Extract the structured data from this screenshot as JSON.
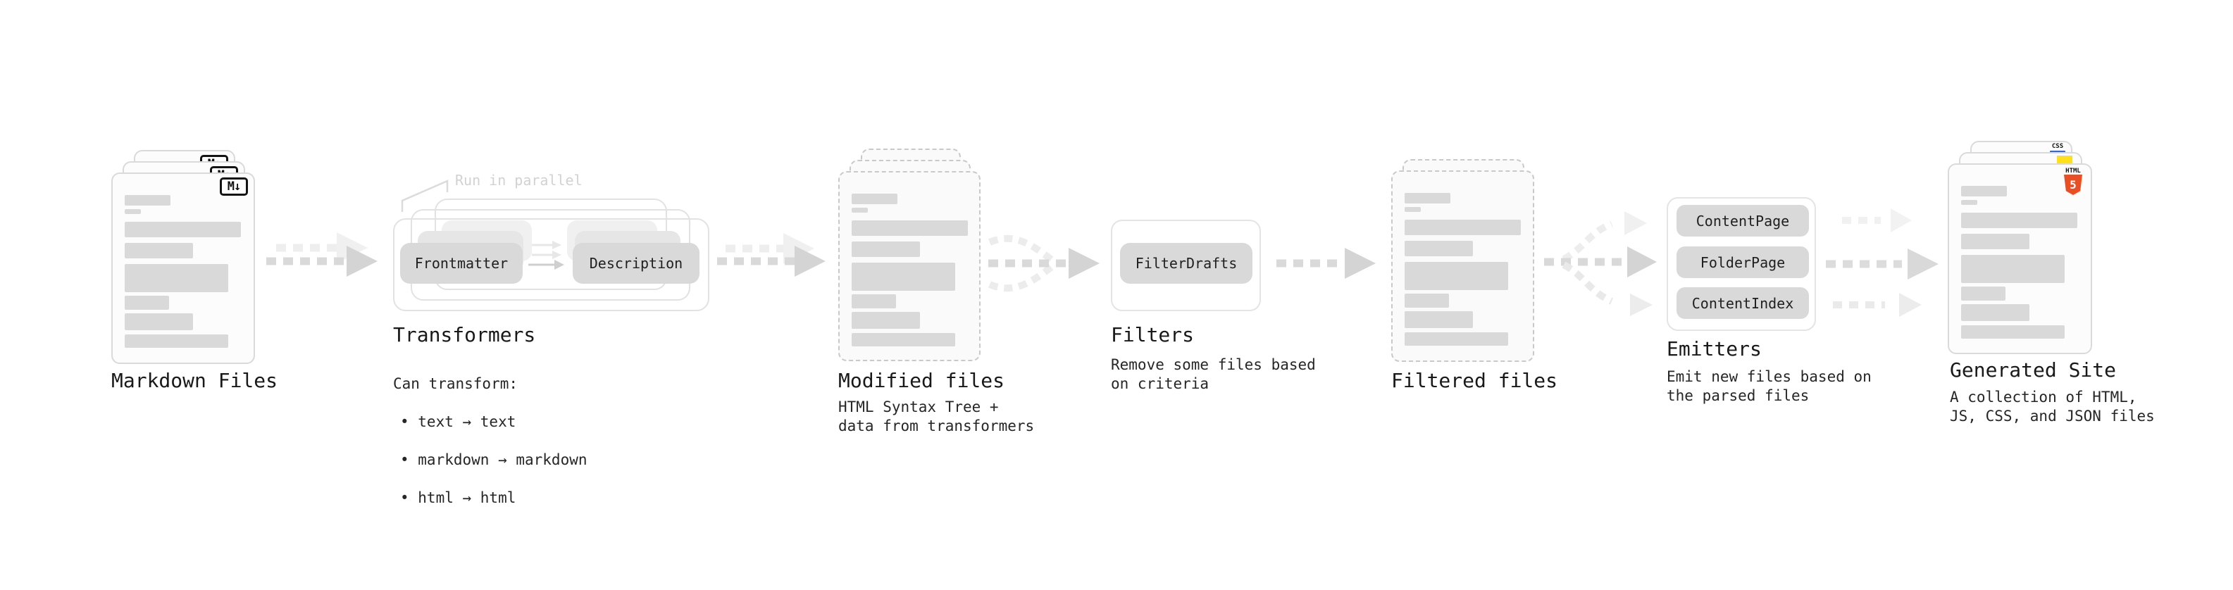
{
  "diagram": {
    "note_run_in_parallel": "Run in parallel",
    "stages": {
      "markdown_files": {
        "label": "Markdown Files",
        "badge": "M↓"
      },
      "transformers": {
        "label": "Transformers",
        "node_left": "Frontmatter",
        "node_right": "Description",
        "caption_title": "Can transform:",
        "bullets": [
          "• text → text",
          "• markdown → markdown",
          "• html → html"
        ]
      },
      "modified_files": {
        "label": "Modified files",
        "caption": "HTML Syntax Tree +\ndata from transformers"
      },
      "filters": {
        "label": "Filters",
        "node": "FilterDrafts",
        "caption": "Remove some files based\non criteria"
      },
      "filtered_files": {
        "label": "Filtered files"
      },
      "emitters": {
        "label": "Emitters",
        "nodes": [
          "ContentPage",
          "FolderPage",
          "ContentIndex"
        ],
        "caption": "Emit new files based on\nthe parsed files"
      },
      "generated_site": {
        "label": "Generated Site",
        "caption": "A collection of HTML,\nJS, CSS, and JSON files",
        "badge_css": "CSS",
        "badge_html": "HTML",
        "badge_html5_number": "5"
      }
    },
    "colors": {
      "html5_orange": "#e84f25",
      "js_yellow": "#ffe01a",
      "css_blue": "#2e6be0",
      "placeholder_gray": "#d9d9d9"
    }
  }
}
